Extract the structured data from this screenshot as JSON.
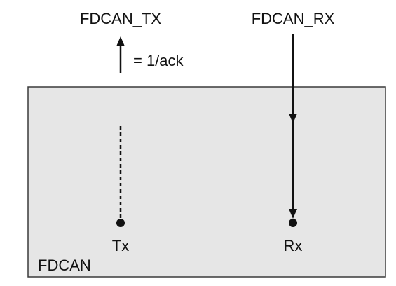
{
  "signals": {
    "tx_pin": "FDCAN_TX",
    "rx_pin": "FDCAN_RX",
    "tx_note": "= 1/ack"
  },
  "block": {
    "name": "FDCAN",
    "tx_label": "Tx",
    "rx_label": "Rx"
  },
  "colors": {
    "block_fill": "#e6e6e6",
    "block_stroke": "#3a3a3a",
    "line": "#111111"
  }
}
